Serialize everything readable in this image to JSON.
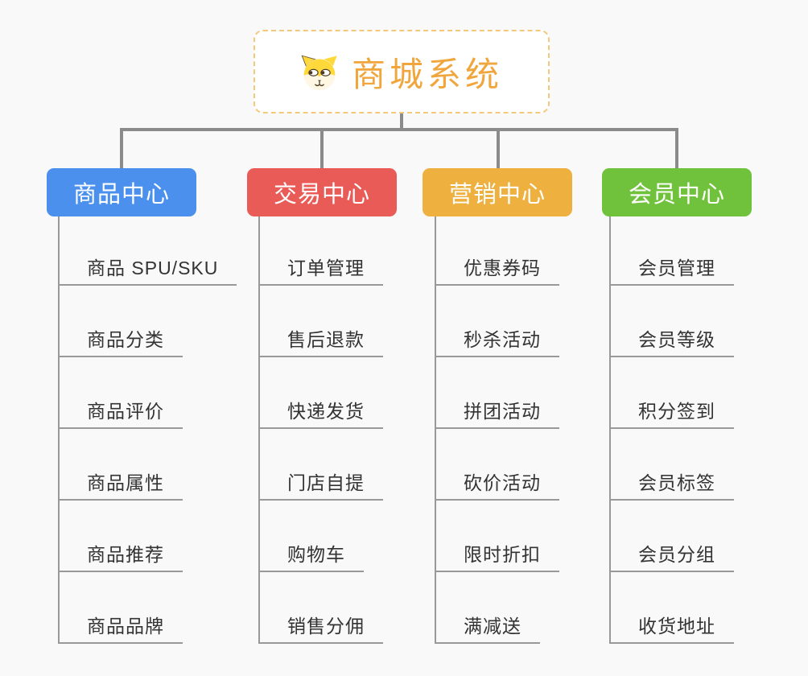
{
  "root": {
    "title": "商城系统",
    "icon": "shiba-dog-icon"
  },
  "branches": [
    {
      "label": "商品中心",
      "color": "#4A90EC",
      "children": [
        "商品 SPU/SKU",
        "商品分类",
        "商品评价",
        "商品属性",
        "商品推荐",
        "商品品牌"
      ]
    },
    {
      "label": "交易中心",
      "color": "#E85B57",
      "children": [
        "订单管理",
        "售后退款",
        "快递发货",
        "门店自提",
        "购物车",
        "销售分佣"
      ]
    },
    {
      "label": "营销中心",
      "color": "#EEB03F",
      "children": [
        "优惠券码",
        "秒杀活动",
        "拼团活动",
        "砍价活动",
        "限时折扣",
        "满减送"
      ]
    },
    {
      "label": "会员中心",
      "color": "#70C23C",
      "children": [
        "会员管理",
        "会员等级",
        "积分签到",
        "会员标签",
        "会员分组",
        "收货地址"
      ]
    }
  ],
  "colors": {
    "canvas_bg": "#F9F9F9",
    "root_text": "#F0A63C",
    "root_border": "#F3C87D",
    "connector": "#8B8B8B",
    "child_line": "#999999",
    "child_text": "#333333",
    "branch_text": "#FFFFFF"
  }
}
